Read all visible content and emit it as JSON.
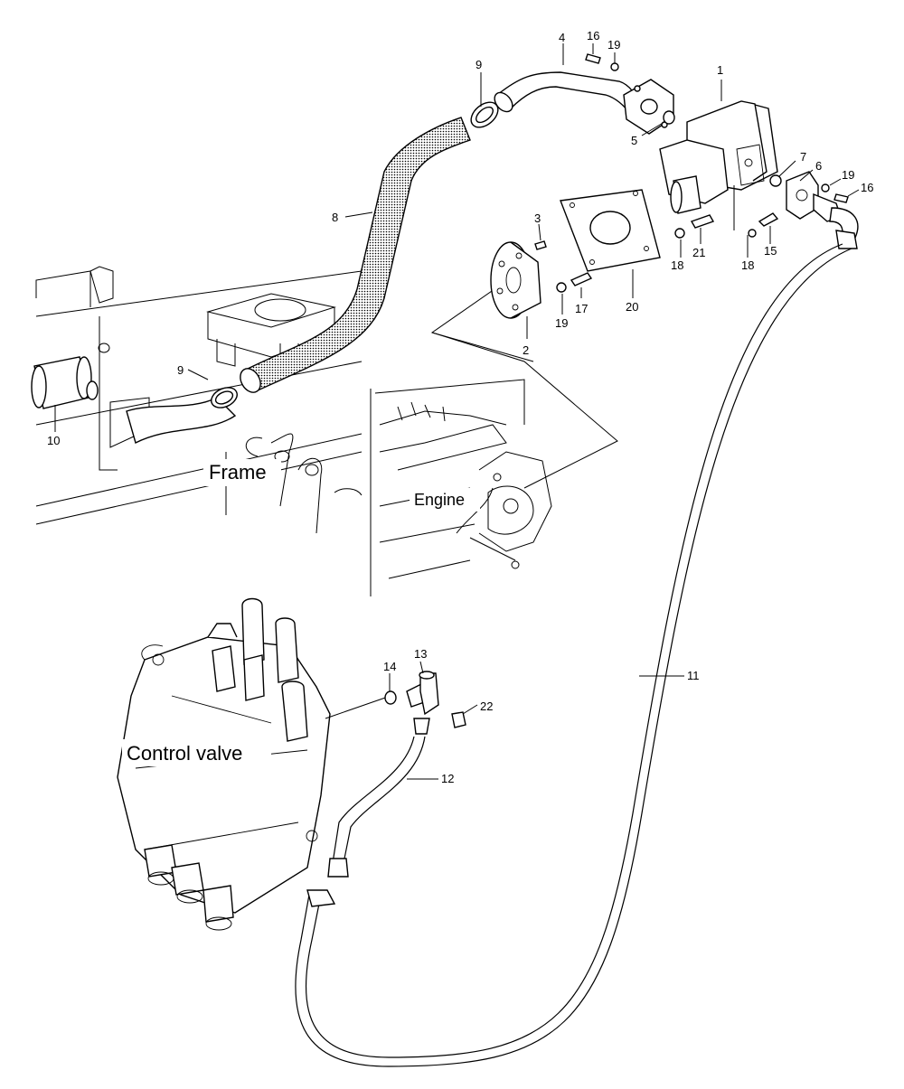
{
  "region_labels": {
    "frame": "Frame",
    "engine": "Engine",
    "control_valve": "Control valve"
  },
  "callouts": {
    "c1": "1",
    "c2": "2",
    "c3": "3",
    "c4": "4",
    "c5": "5",
    "c6": "6",
    "c7": "7",
    "c8": "8",
    "c9a": "9",
    "c9b": "9",
    "c10": "10",
    "c11": "11",
    "c12": "12",
    "c13": "13",
    "c14": "14",
    "c15": "15",
    "c16a": "16",
    "c16b": "16",
    "c17": "17",
    "c18a": "18",
    "c18b": "18",
    "c19a": "19",
    "c19b": "19",
    "c19c": "19",
    "c20": "20",
    "c21": "21",
    "c22": "22"
  }
}
